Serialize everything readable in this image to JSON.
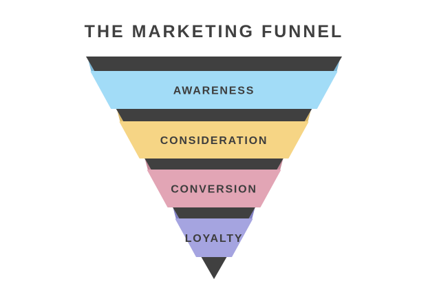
{
  "title": "THE MARKETING FUNNEL",
  "colors": {
    "funnel": "#404040",
    "text": "#3d3d3d"
  },
  "stages": [
    {
      "label": "AWARENESS",
      "color": "#a2dcf7",
      "tab_color": "#79b3d2"
    },
    {
      "label": "CONSIDERATION",
      "color": "#f6d585",
      "tab_color": "#d9b767"
    },
    {
      "label": "CONVERSION",
      "color": "#e2a5b5",
      "tab_color": "#c48696"
    },
    {
      "label": "LOYALTY",
      "color": "#a5a4e0",
      "tab_color": "#8180c4"
    }
  ]
}
